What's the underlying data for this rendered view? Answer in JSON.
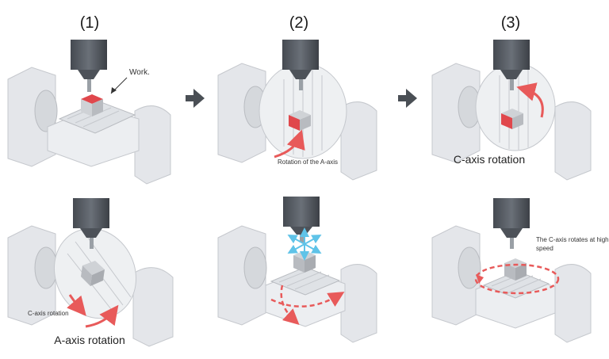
{
  "steps": [
    "(1)",
    "(2)",
    "(3)"
  ],
  "labels": {
    "work": "Work.",
    "rotation_a_axis": "Rotation of the A-axis",
    "c_axis_rotation_big": "C-axis rotation",
    "c_axis_rotation_small": "C-axis rotation",
    "a_axis_rotation_big": "A-axis rotation",
    "c_axis_high_speed_line1": "The C-axis rotates at high",
    "c_axis_high_speed_line2": "speed"
  },
  "colors": {
    "accent": "#e85a5a",
    "workpiece_red": "#e0474c",
    "spindle": "#555b63",
    "machine": "#e4e6ea",
    "arrow_gray": "#4a4f55",
    "move_arrows": "#5fc3e8"
  },
  "icons": [
    "right-arrow-icon",
    "right-arrow-icon"
  ]
}
